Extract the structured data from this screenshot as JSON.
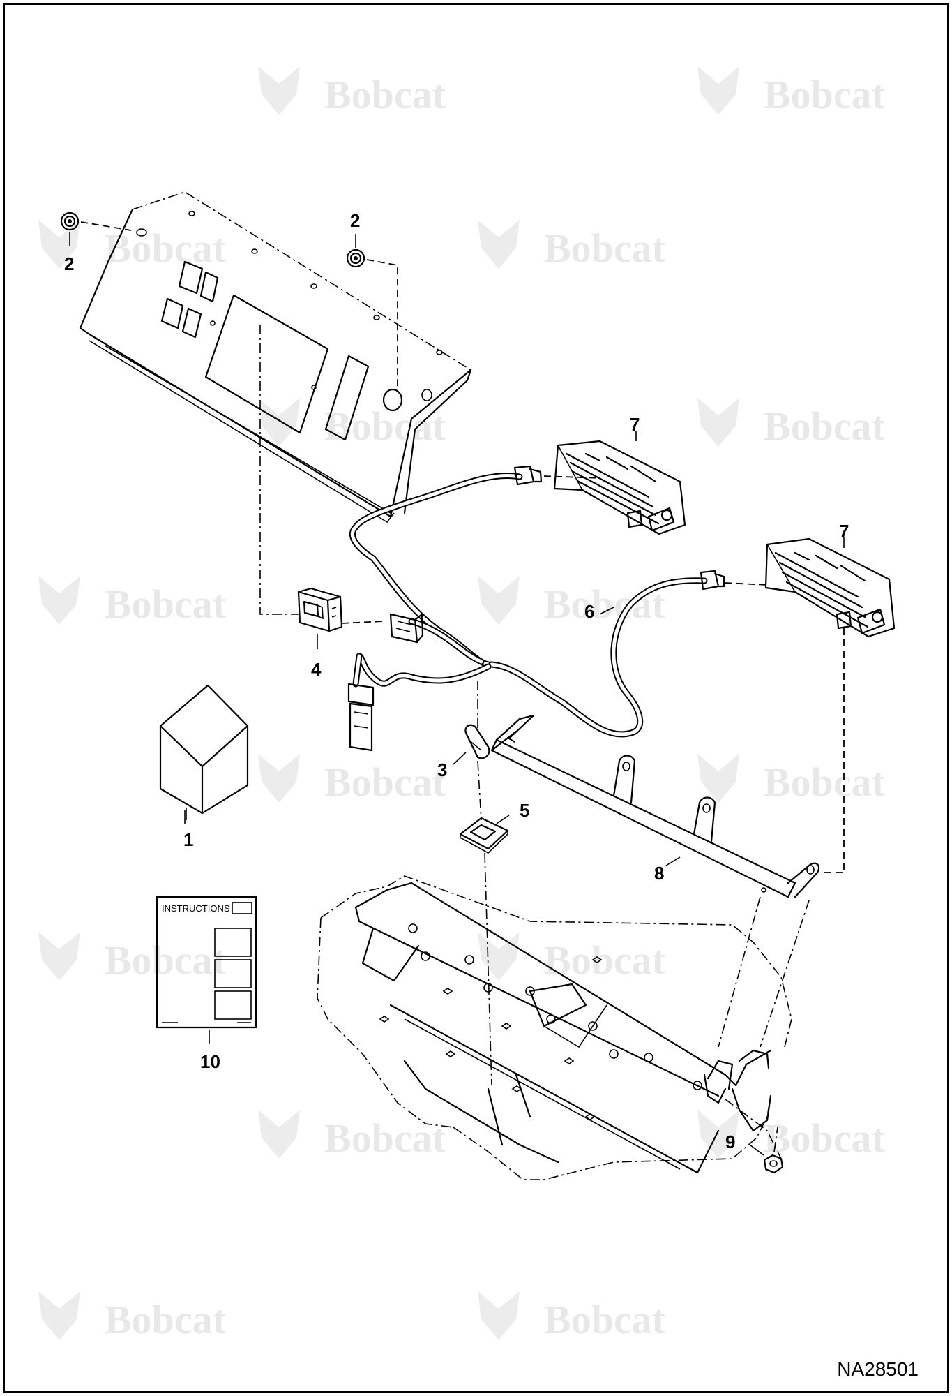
{
  "watermark": {
    "brand_text": "Bobcat"
  },
  "drawing_id": "NA28501",
  "instructions_label": "INSTRUCTIONS",
  "callouts": {
    "c1": "1",
    "c2a": "2",
    "c2b": "2",
    "c3": "3",
    "c4": "4",
    "c5": "5",
    "c6": "6",
    "c7a": "7",
    "c7b": "7",
    "c8": "8",
    "c9": "9",
    "c10": "10"
  }
}
